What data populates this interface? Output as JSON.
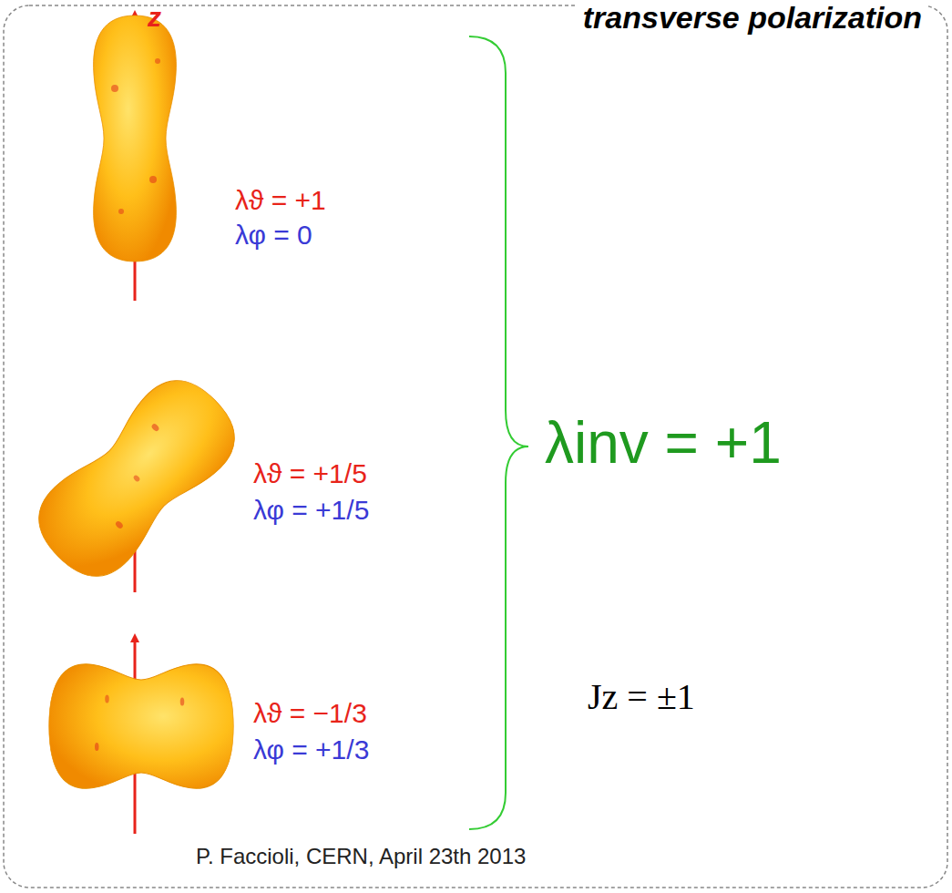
{
  "diagram": {
    "title": "transverse polarization",
    "labels": [
      "z",
      "λϑ = +1",
      "λφ = 0",
      "λϑ = +1/5",
      "λφ = +1/5",
      "λϑ = −1/3",
      "λφ = +1/3",
      "λinv = +1",
      "Jz = ±1",
      "P. Faccioli, CERN, April 23th 2013"
    ]
  }
}
